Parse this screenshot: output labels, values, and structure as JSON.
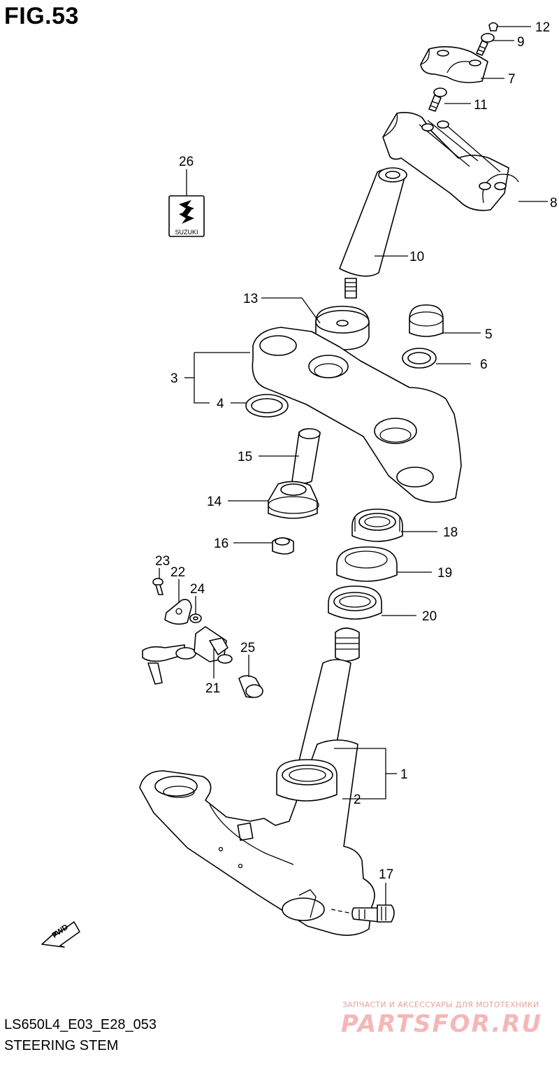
{
  "figure": {
    "title": "FIG.53"
  },
  "footer": {
    "model_code": "LS650L4_E03_E28_053",
    "section_name": "STEERING STEM"
  },
  "watermark": {
    "tagline": "ЗАПЧАСТИ И АКСЕССУАРЫ ДЛЯ МОТОТЕХНИКИ",
    "brand": "PARTSFOR.RU"
  },
  "emblem": {
    "text": "SUZUKI"
  },
  "fwd_arrow": {
    "text": "FWD"
  },
  "callouts": {
    "p1": "1",
    "p2": "2",
    "p3": "3",
    "p4": "4",
    "p5": "5",
    "p6": "6",
    "p7": "7",
    "p8": "8",
    "p9": "9",
    "p10": "10",
    "p11": "11",
    "p12": "12",
    "p13": "13",
    "p14": "14",
    "p15": "15",
    "p16": "16",
    "p17": "17",
    "p18": "18",
    "p19": "19",
    "p20": "20",
    "p21": "21",
    "p22": "22",
    "p23": "23",
    "p24": "24",
    "p25": "25",
    "p26": "26"
  }
}
